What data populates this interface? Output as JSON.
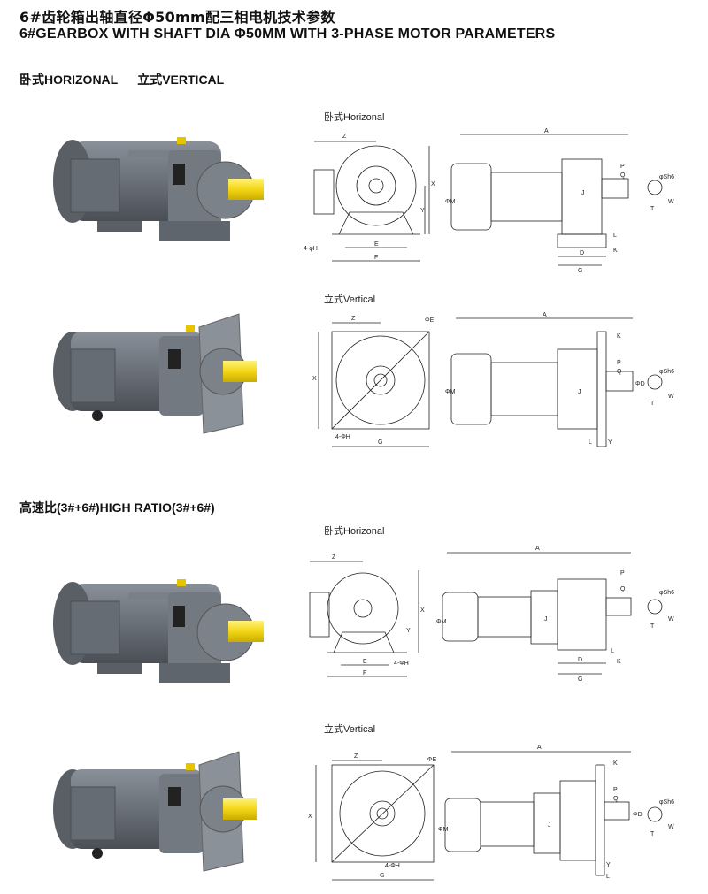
{
  "title_cn": "6#齿轮箱出轴直径Φ50mm配三相电机技术参数",
  "title_en": "6#GEARBOX WITH SHAFT DIA Φ50MM WITH 3-PHASE MOTOR PARAMETERS",
  "section1": {
    "label_cn": "卧式HORIZONAL",
    "label_vertical": "立式VERTICAL"
  },
  "section2": {
    "label": "高速比(3#+6#)HIGH RATIO(3#+6#)"
  },
  "labels": {
    "horizontal": "卧式Horizonal",
    "vertical": "立式Vertical"
  },
  "dims": {
    "A": "A",
    "Z": "Z",
    "X": "X",
    "Y": "Y",
    "E": "E",
    "F": "F",
    "G": "G",
    "D": "D",
    "K": "K",
    "L": "L",
    "P": "P",
    "Q": "Q",
    "J": "J",
    "T": "T",
    "W": "W",
    "phiM": "ΦM",
    "phiD": "ΦD",
    "phiE": "ΦE",
    "phiH": "4-ΦH",
    "phiH2": "4-φH",
    "sh6": "φSh6"
  },
  "colors": {
    "motor_body": "#6d737b",
    "motor_dark": "#4e535a",
    "shaft": "#f3d616",
    "line": "#222222"
  }
}
